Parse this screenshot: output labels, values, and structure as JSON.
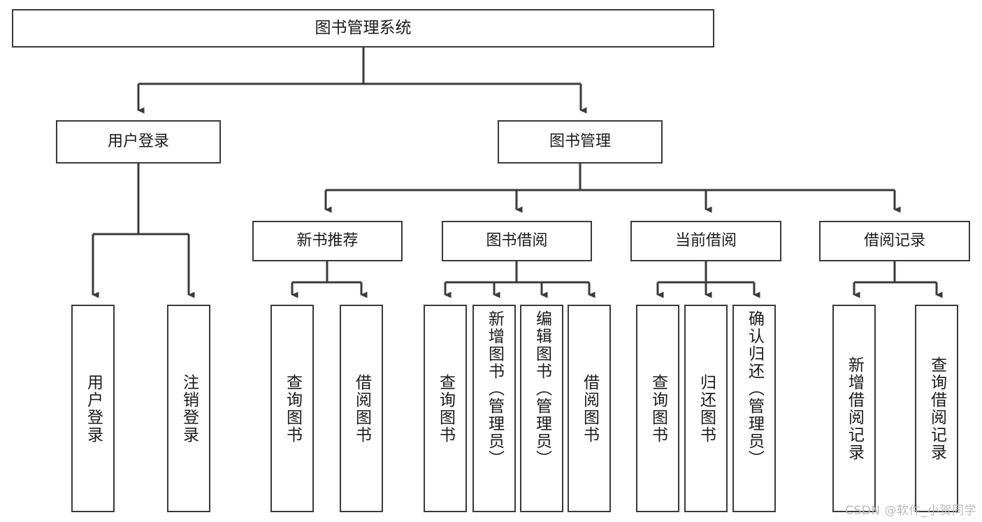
{
  "diagram": {
    "title": "图书管理系统",
    "type": "hierarchy-tree",
    "watermark": "CSDN @软件_小贺同学",
    "colors": {
      "background": "#ffffff",
      "box_border": "#3a3a3a",
      "box_fill": "#ffffff",
      "connector": "#3a3a3a",
      "text": "#1a1a1a",
      "watermark": "#b9b9b9"
    },
    "nodes": {
      "root": {
        "label": "图书管理系统"
      },
      "level2": [
        {
          "label": "用户登录"
        },
        {
          "label": "图书管理"
        }
      ],
      "level3": [
        {
          "label": "新书推荐"
        },
        {
          "label": "图书借阅"
        },
        {
          "label": "当前借阅"
        },
        {
          "label": "借阅记录"
        }
      ],
      "leaves": {
        "user_login": [
          {
            "label": "用户登录"
          },
          {
            "label": "注销登录"
          }
        ],
        "new_book_recommend": [
          {
            "label": "查询图书"
          },
          {
            "label": "借阅图书"
          }
        ],
        "book_borrow": [
          {
            "label": "查询图书"
          },
          {
            "label": "新增图书（管理员）"
          },
          {
            "label": "编辑图书（管理员）"
          },
          {
            "label": "借阅图书"
          }
        ],
        "current_borrow": [
          {
            "label": "查询图书"
          },
          {
            "label": "归还图书"
          },
          {
            "label": "确认归还（管理员）"
          }
        ],
        "borrow_record": [
          {
            "label": "新增借阅记录"
          },
          {
            "label": "查询借阅记录"
          }
        ]
      }
    }
  }
}
